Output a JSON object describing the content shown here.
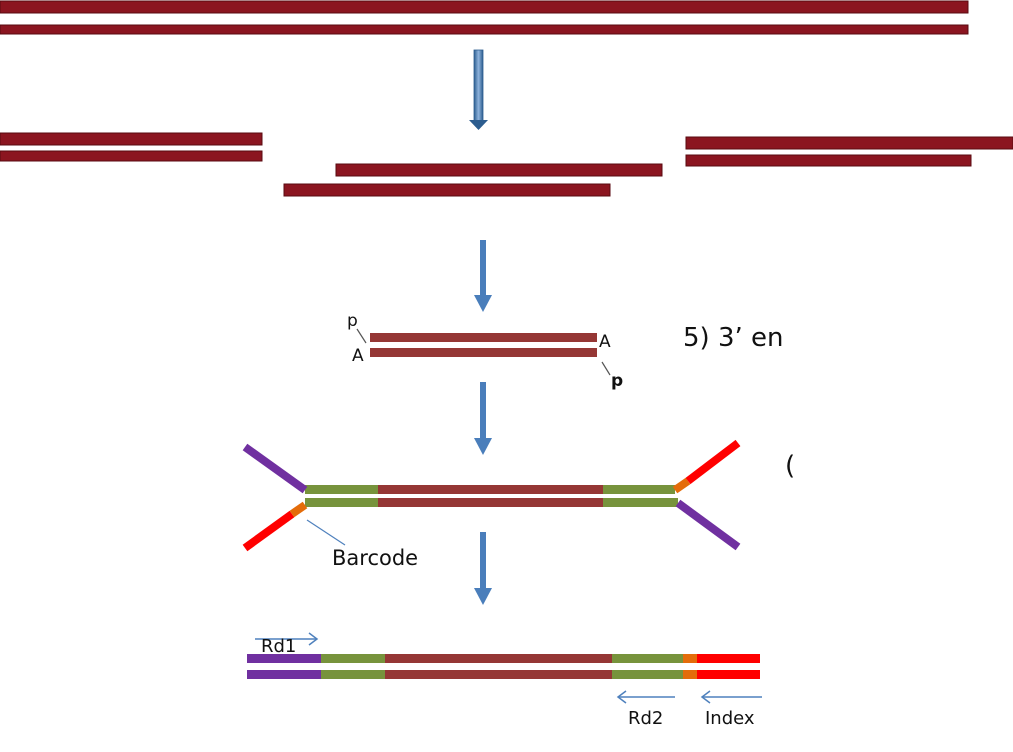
{
  "colors": {
    "dna_dark": "#8b1520",
    "dna": "#953735",
    "adapter_green": "#77933c",
    "purple": "#7030a0",
    "red": "#ff0000",
    "orange": "#e46c0a",
    "arrow_blue": "#4a7ebb",
    "primer_blue": "#4f81bd"
  },
  "end_repair": {
    "p_left": "p",
    "a_left": "A",
    "a_right": "A",
    "p_right": "p"
  },
  "step_label": "5) 3’ en",
  "step_label_2": "(",
  "barcode_label": "Barcode",
  "primers": {
    "rd1": "Rd1",
    "rd2": "Rd2",
    "index": "Index"
  }
}
